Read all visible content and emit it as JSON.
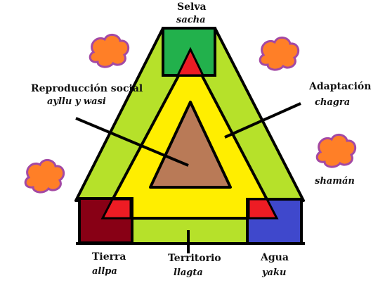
{
  "labels": {
    "selva": {
      "name": "Selva",
      "kichwa": "sacha"
    },
    "reproduccion": {
      "name": "Reproducción social",
      "kichwa": "ayllu y wasi"
    },
    "adaptacion": {
      "name": "Adaptación",
      "kichwa": "chagra"
    },
    "shaman": {
      "kichwa": "shamán"
    },
    "tierra": {
      "name": "Tierra",
      "kichwa": "allpa"
    },
    "territorio": {
      "name": "Territorio",
      "kichwa": "llagta"
    },
    "agua": {
      "name": "Agua",
      "kichwa": "yaku"
    }
  },
  "colors": {
    "outer_triangle": "#b6e12a",
    "middle_triangle": "#ffee00",
    "inner_triangle": "#b97a57",
    "selva_box": "#22b14c",
    "tierra_box": "#880015",
    "agua_box": "#3f48cc",
    "red_corner": "#ed1c24",
    "cloud_fill": "#ff7f27",
    "cloud_edge": "#a349a4"
  }
}
